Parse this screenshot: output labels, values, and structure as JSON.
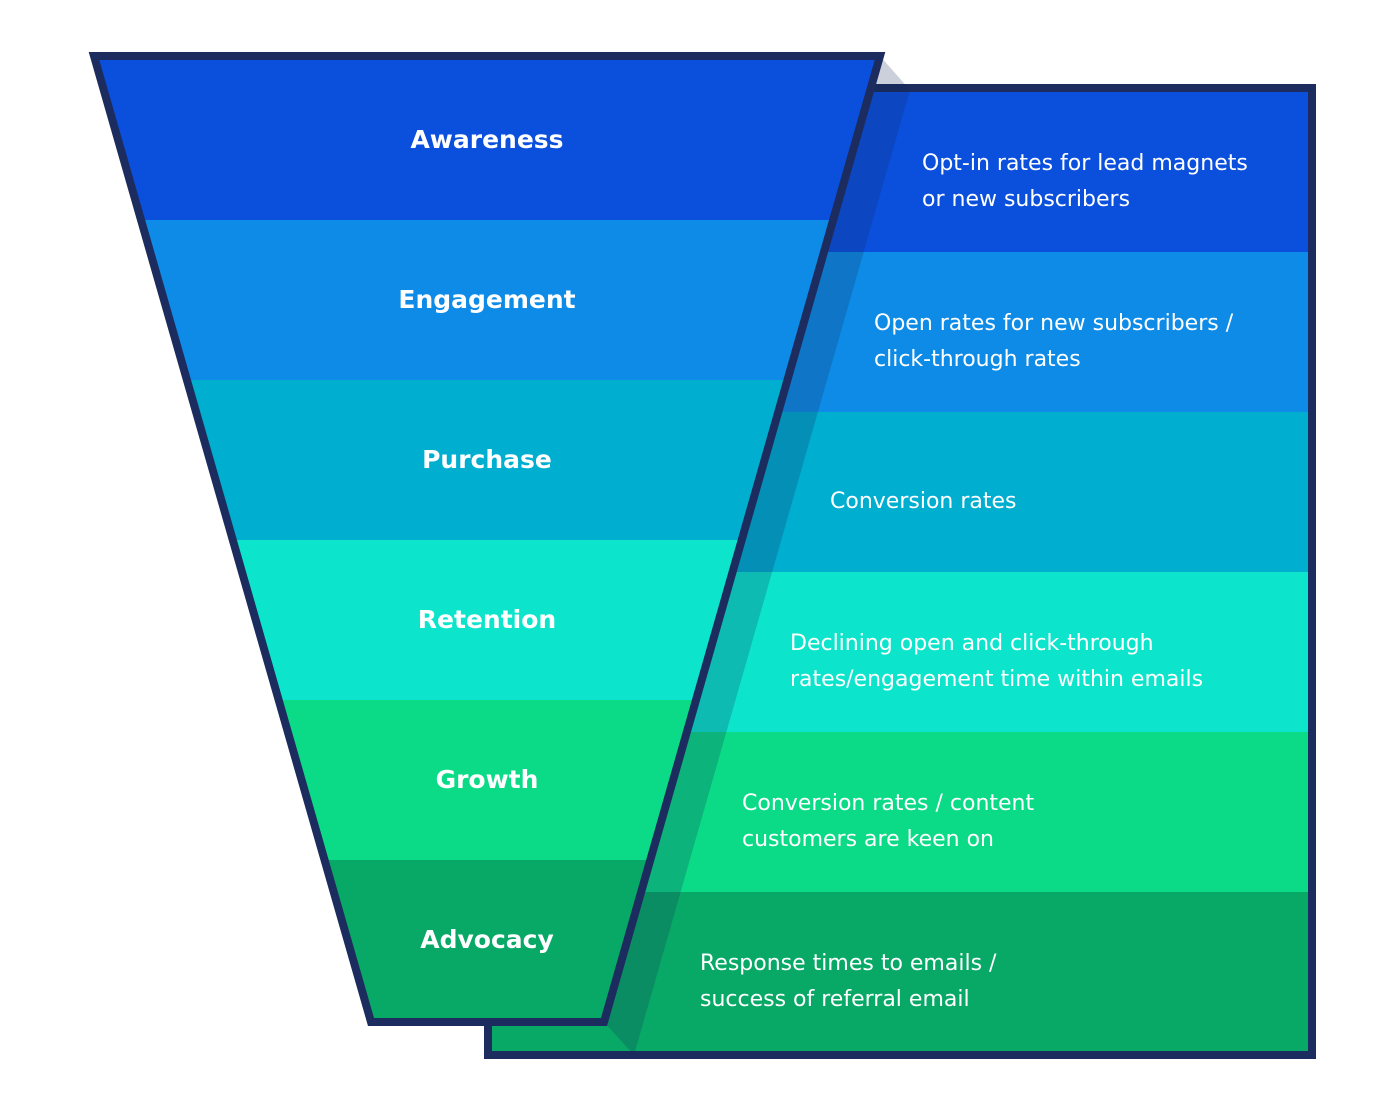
{
  "colors": {
    "outline": "#1c2c5e",
    "stages": [
      "#0b4fdd",
      "#0d8be6",
      "#00aed0",
      "#0ce5cc",
      "#0bdb86",
      "#08a966"
    ]
  },
  "stages": [
    {
      "label": "Awareness",
      "metric_lines": [
        "Opt-in rates for lead magnets",
        "or new subscribers"
      ]
    },
    {
      "label": "Engagement",
      "metric_lines": [
        "Open rates for new subscribers /",
        "click-through rates"
      ]
    },
    {
      "label": "Purchase",
      "metric_lines": [
        "Conversion rates"
      ]
    },
    {
      "label": "Retention",
      "metric_lines": [
        "Declining open and click-through",
        "rates/engagement time within emails"
      ]
    },
    {
      "label": "Growth",
      "metric_lines": [
        "Conversion rates / content",
        "customers are keen on"
      ]
    },
    {
      "label": "Advocacy",
      "metric_lines": [
        "Response times to emails /",
        "success of referral email"
      ]
    }
  ]
}
